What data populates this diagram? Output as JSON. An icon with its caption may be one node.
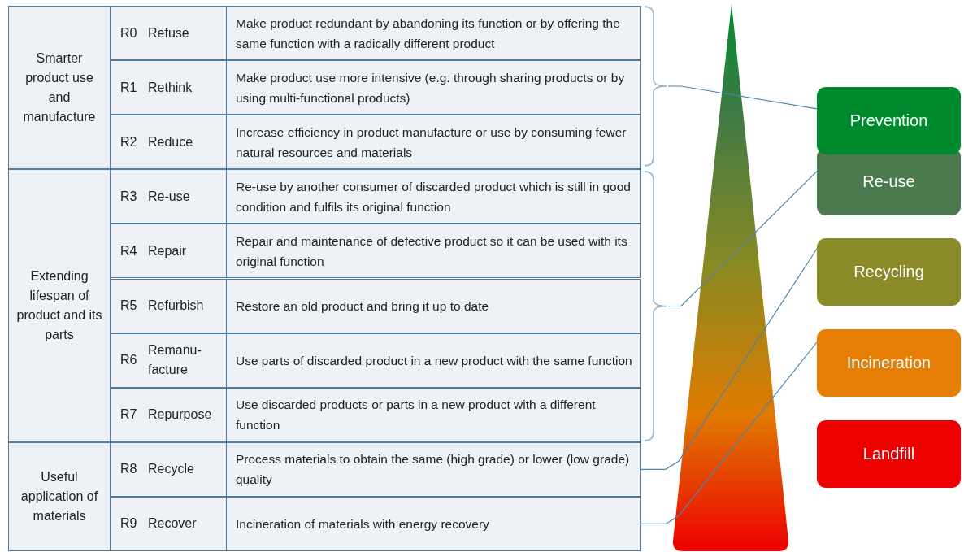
{
  "diagram": {
    "nodes": [
      {
        "text": [
          "Smarter product use and manufacture"
        ]
      },
      {
        "text": [
          "R0",
          "Refuse",
          "Make product redundant by abandoning its function or by offering the same function with a radically different product"
        ]
      },
      {
        "text": [
          "R1",
          "Rethink",
          "Make product use more intensive (e.g. through sharing products or by using multi-functional products)"
        ]
      },
      {
        "text": [
          "R2",
          "Reduce",
          "Increase efficiency in product manufacture or use by consuming fewer natural resources and materials"
        ]
      },
      {
        "text": [
          "Extending lifespan of product and its parts"
        ]
      },
      {
        "text": [
          "R3",
          "Re-use",
          "Re-use by another consumer of discarded product which is still in good condition and fulfils its original function"
        ]
      },
      {
        "text": [
          "R4",
          "Repair",
          "Repair and maintenance of defective product so it can be used with its original function"
        ]
      },
      {
        "text": [
          "R5",
          "Refurbish",
          "Restore an old product and bring it up to date"
        ]
      },
      {
        "text": [
          "R6",
          "Remanu-facture",
          "Use parts of discarded product in a new product with the same function"
        ]
      },
      {
        "text": [
          "R7",
          "Repurpose",
          "Use discarded products or parts in a new product with a different function"
        ]
      },
      {
        "text": [
          "Useful application of materials"
        ]
      },
      {
        "text": [
          "R8",
          "Recycle",
          "Process materials to obtain the same (high grade) or lower (low grade) quality"
        ]
      },
      {
        "text": [
          "R9",
          "Recover",
          "Incineration of materials with energy recovery"
        ]
      },
      {
        "text": [],
        "shape": "brace"
      },
      {
        "text": [],
        "shape": "brace"
      },
      {
        "text": [
          "Prevention"
        ]
      },
      {
        "text": [
          "Re-use"
        ]
      },
      {
        "text": [
          "Recycling"
        ]
      },
      {
        "text": [
          "Incineration"
        ]
      },
      {
        "text": [
          "Landfill"
        ]
      }
    ],
    "edges": [
      {
        "from": 13,
        "to": 15,
        "arrow": "none"
      },
      {
        "from": 14,
        "to": 16,
        "arrow": "none"
      },
      {
        "from": 11,
        "to": 17,
        "arrow": "none"
      },
      {
        "from": 12,
        "to": 18,
        "arrow": "none"
      }
    ]
  }
}
